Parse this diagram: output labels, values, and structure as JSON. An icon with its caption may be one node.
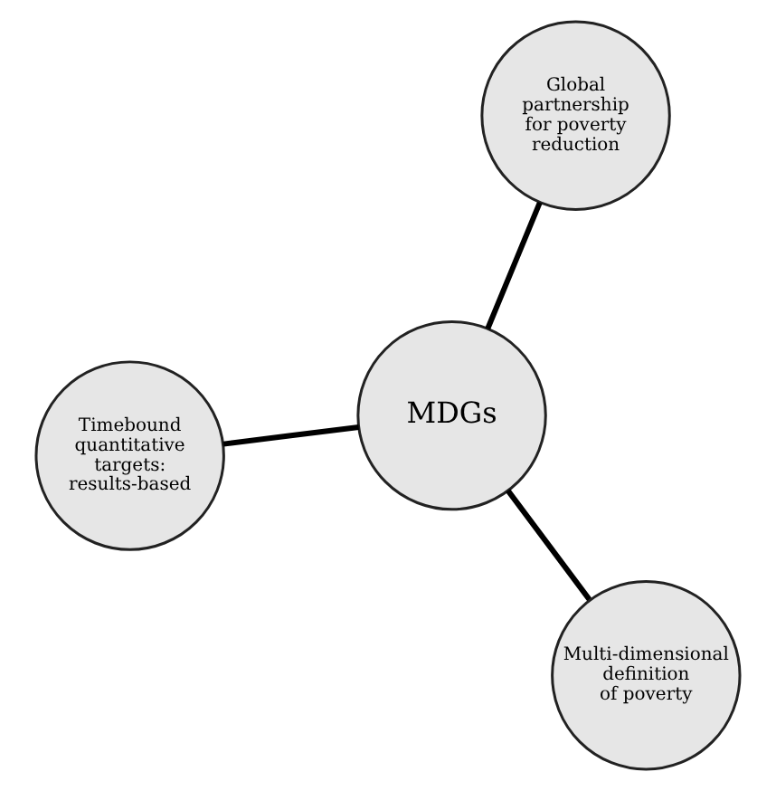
{
  "diagram": {
    "nodes": [
      {
        "text": [
          "Timebound quantitative targets: results-based"
        ]
      },
      {
        "text": [
          "MDGs"
        ]
      },
      {
        "text": [
          "Multi-dimensional definition of poverty"
        ]
      },
      {
        "text": [
          "Global partnership for poverty reduction"
        ]
      }
    ],
    "edges": [
      {
        "from": 1,
        "to": 0,
        "arrow": "none"
      },
      {
        "from": 1,
        "to": 2,
        "arrow": "none"
      },
      {
        "from": 1,
        "to": 3,
        "arrow": "none"
      }
    ]
  }
}
